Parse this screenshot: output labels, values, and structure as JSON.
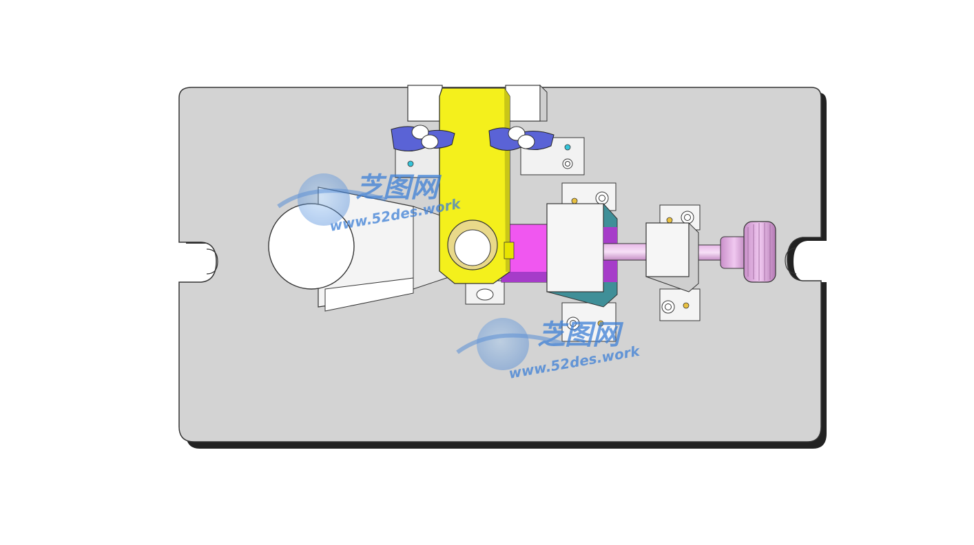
{
  "watermarks": [
    {
      "brand": "芝图网",
      "url": "www.52des.work"
    },
    {
      "brand": "芝图网",
      "url": "www.52des.work"
    }
  ],
  "colors": {
    "background": "#ffffff",
    "base_plate": "#d3d3d3",
    "base_plate_edge": "#2b2b2b",
    "clamp_arm": "#f4f01c",
    "wing_nut": "#5a63d6",
    "slide_block": "#f057f0",
    "slide_block_dark": "#a63cc9",
    "block_teal": "#3f8f98",
    "handle": "#d9a6d9",
    "watermark_blue": "#3d7fd6",
    "bolt_gold": "#e8c040"
  }
}
